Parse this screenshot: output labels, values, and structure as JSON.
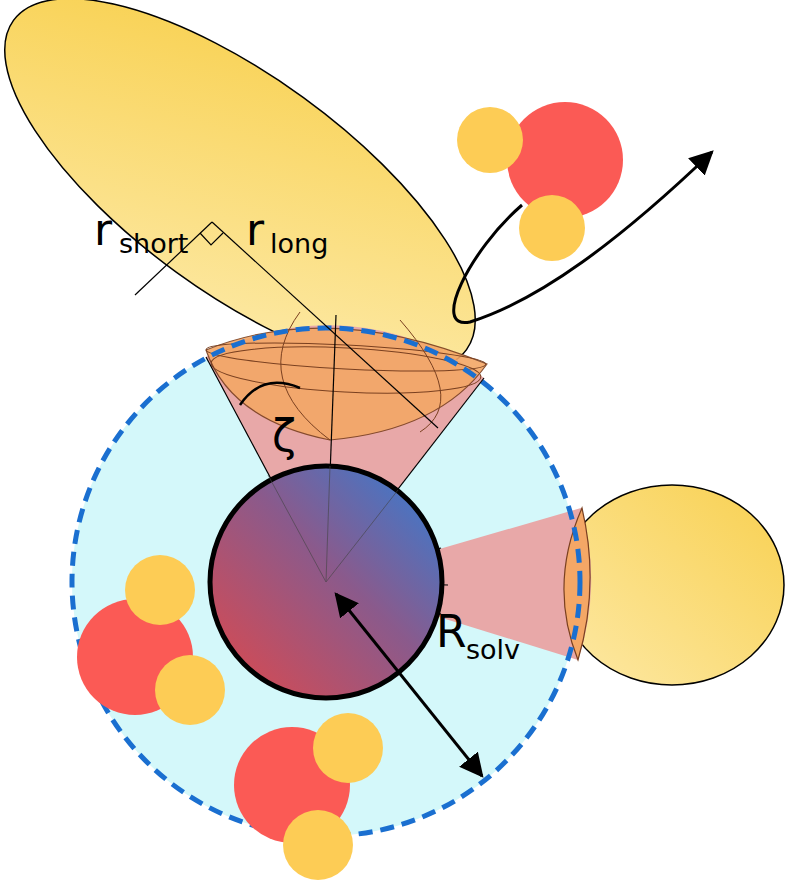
{
  "diagram": {
    "labels": [
      "r",
      "short",
      "r",
      "long",
      "ζ",
      "R",
      "solv"
    ]
  }
}
